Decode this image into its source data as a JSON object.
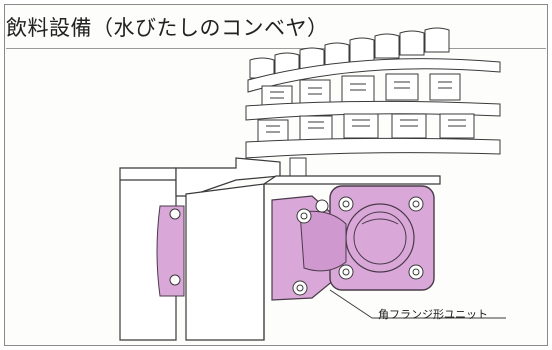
{
  "figure": {
    "title": "飲料設備（水びたしのコンベヤ）",
    "callout_label": "角フランジ形ユニット",
    "colors": {
      "flange_fill": "#d9a8d8",
      "flange_stroke": "#4a3a4a",
      "line": "#3a3a3a",
      "frame_border": "#8a8a8a"
    },
    "icons": [
      "conveyor-rollers-illustration",
      "machine-frame-illustration",
      "square-flange-unit-illustration",
      "bolt-icon"
    ]
  }
}
